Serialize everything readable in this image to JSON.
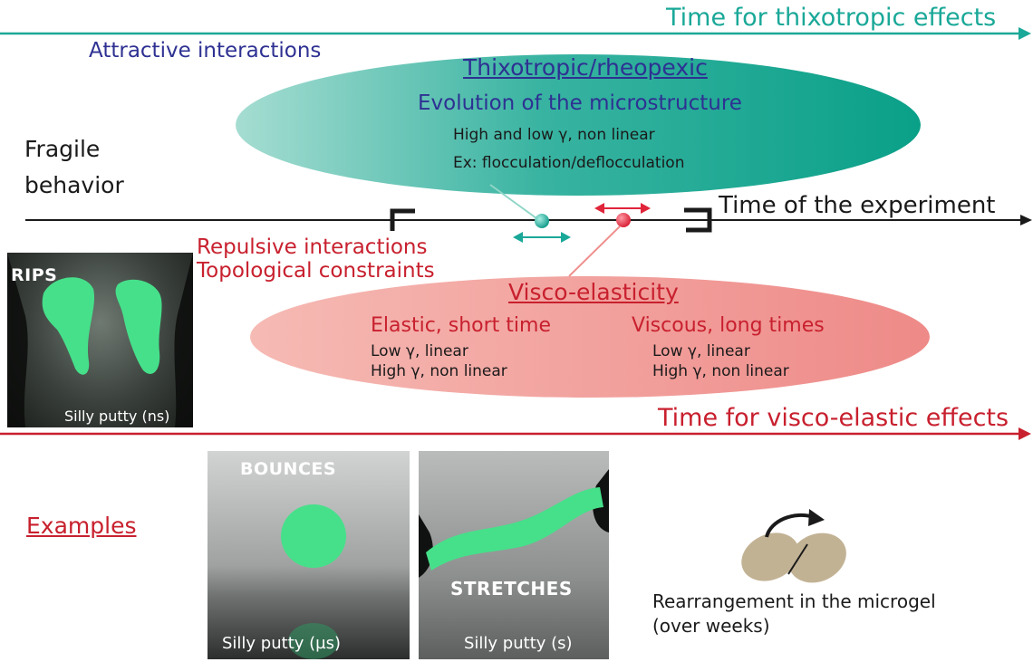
{
  "timelines": {
    "thixotropic_label": "Time for thixotropic effects",
    "experiment_label": "Time of the experiment",
    "viscoelastic_label": "Time for visco-elastic effects"
  },
  "left_labels": {
    "attractive": "Attractive interactions",
    "fragile_line1": "Fragile",
    "fragile_line2": "behavior",
    "repulsive": "Repulsive interactions",
    "topological": "Topological constraints"
  },
  "thixotropic_ellipse": {
    "title": "Thixotropic/rheopexic",
    "subtitle": "Evolution of the microstructure",
    "line1": "High and low γ, non linear",
    "line2": "Ex: flocculation/deflocculation"
  },
  "viscoelastic_ellipse": {
    "title": "Visco-elasticity",
    "elastic_heading": "Elastic, short time",
    "elastic_line1": "Low γ, linear",
    "elastic_line2": "High γ, non linear",
    "viscous_heading": "Viscous, long times",
    "viscous_line1": "Low γ, linear",
    "viscous_line2": "High γ, non linear"
  },
  "photos": {
    "rips_overlay": "RIPS",
    "rips_caption": "Silly putty (ns)",
    "bounces_overlay": "BOUNCES",
    "bounces_caption": "Silly putty (µs)",
    "stretches_overlay": "STRETCHES",
    "stretches_caption": "Silly putty (s)"
  },
  "examples_label": "Examples",
  "microgel": {
    "line1": "Rearrangement in the microgel",
    "line2": "(over weeks)"
  },
  "colors": {
    "teal": "#1aa898",
    "navy": "#2e3192",
    "red": "#c8202e",
    "black": "#1a1a1a",
    "teal_dot": "#1fa99a",
    "red_dot": "#e0253a",
    "pink_ellipse": "#ee8a88",
    "putty_green": "#46e08a",
    "microgel_tan": "#c2b294"
  },
  "icons": [
    "double-arrow-icon",
    "bracket-icon",
    "curved-arrow-icon"
  ]
}
